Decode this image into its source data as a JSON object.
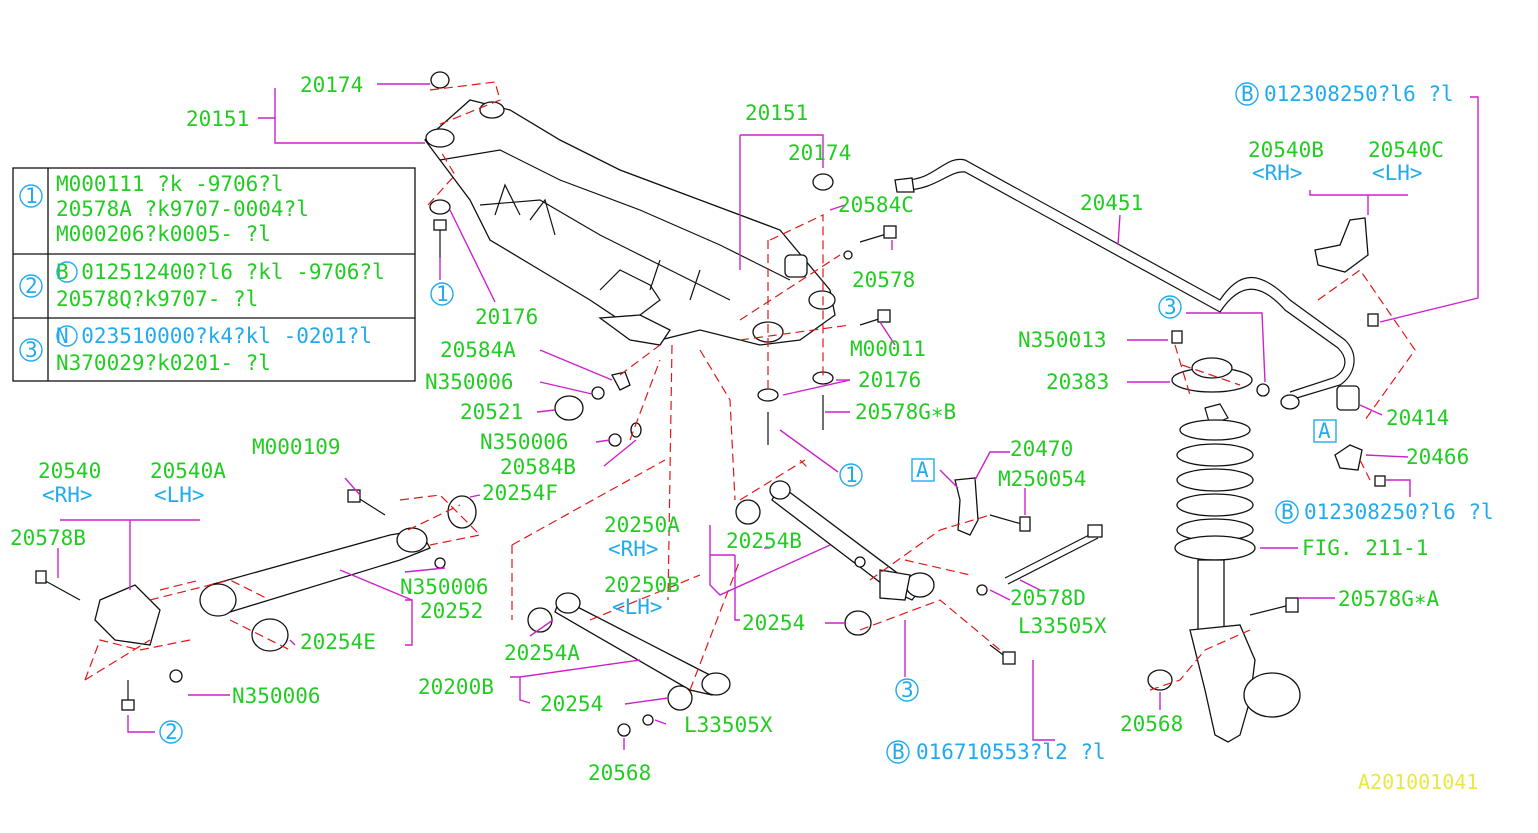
{
  "diagram": {
    "reference_code": "A201001041",
    "legend_table": {
      "rows": [
        {
          "marker": "1",
          "lines": [
            "M000111 ?k     -9706?l",
            "20578A ?k9707-0004?l",
            "M000206?k0005-    ?l"
          ]
        },
        {
          "marker": "2",
          "lines": [
            "B 012512400?l6 ?kl    -9706?l",
            "20578Q?k9707-    ?l"
          ]
        },
        {
          "marker": "3",
          "lines": [
            "N 023510000?k4?kl    -0201?l",
            "N370029?k0201-    ?l"
          ]
        }
      ]
    },
    "labels": {
      "l20174a": "20174",
      "l20151a": "20151",
      "l20151b": "20151",
      "l20174b": "20174",
      "l20584c": "20584C",
      "l20578": "20578",
      "l20176a": "20176",
      "l20584a": "20584A",
      "lN350006a": "N350006",
      "l20521": "20521",
      "lN350006b": "N350006",
      "l20584b": "20584B",
      "lM00011": "M00011",
      "l20176b": "20176",
      "l20578gb": "20578G∗B",
      "l20451": "20451",
      "l20540b": "20540B",
      "l20540c": "20540C",
      "lRH1": "<RH>",
      "lLH1": "<LH>",
      "lB012308250a": "012308250?l6  ?l",
      "lN350013": "N350013",
      "l20383": "20383",
      "l20414": "20414",
      "l20466": "20466",
      "lB012308250b": "012308250?l6  ?l",
      "l20470": "20470",
      "lM250054": "M250054",
      "lM000109": "M000109",
      "l20540": "20540",
      "l20540a": "20540A",
      "lRH2": "<RH>",
      "lLH2": "<LH>",
      "l20254f": "20254F",
      "l20578b": "20578B",
      "lN350006c": "N350006",
      "l20252": "20252",
      "l20254e": "20254E",
      "lN350006d": "N350006",
      "l20250a": "20250A",
      "lRH3": "<RH>",
      "l20254b": "20254B",
      "l20250b": "20250B",
      "lLH3": "<LH>",
      "l20254a1": "20254",
      "l20254a": "20254A",
      "l20200b": "20200B",
      "l20254c": "20254",
      "lL33505Xa": "L33505X",
      "l20568a": "20568",
      "l20578d": "20578D",
      "lL33505Xb": "L33505X",
      "lB016710553": "016710553?l2  ?l",
      "lFIG": "FIG. 211-1",
      "l20578ga": "20578G∗A",
      "l20568b": "20568",
      "mA": "A"
    },
    "callouts": {
      "c1a": "1",
      "c1b": "1",
      "c2": "2",
      "c3a": "3",
      "c3b": "3",
      "bA": "B",
      "bB": "B",
      "bC": "B",
      "bD": "B",
      "nN": "N"
    }
  }
}
